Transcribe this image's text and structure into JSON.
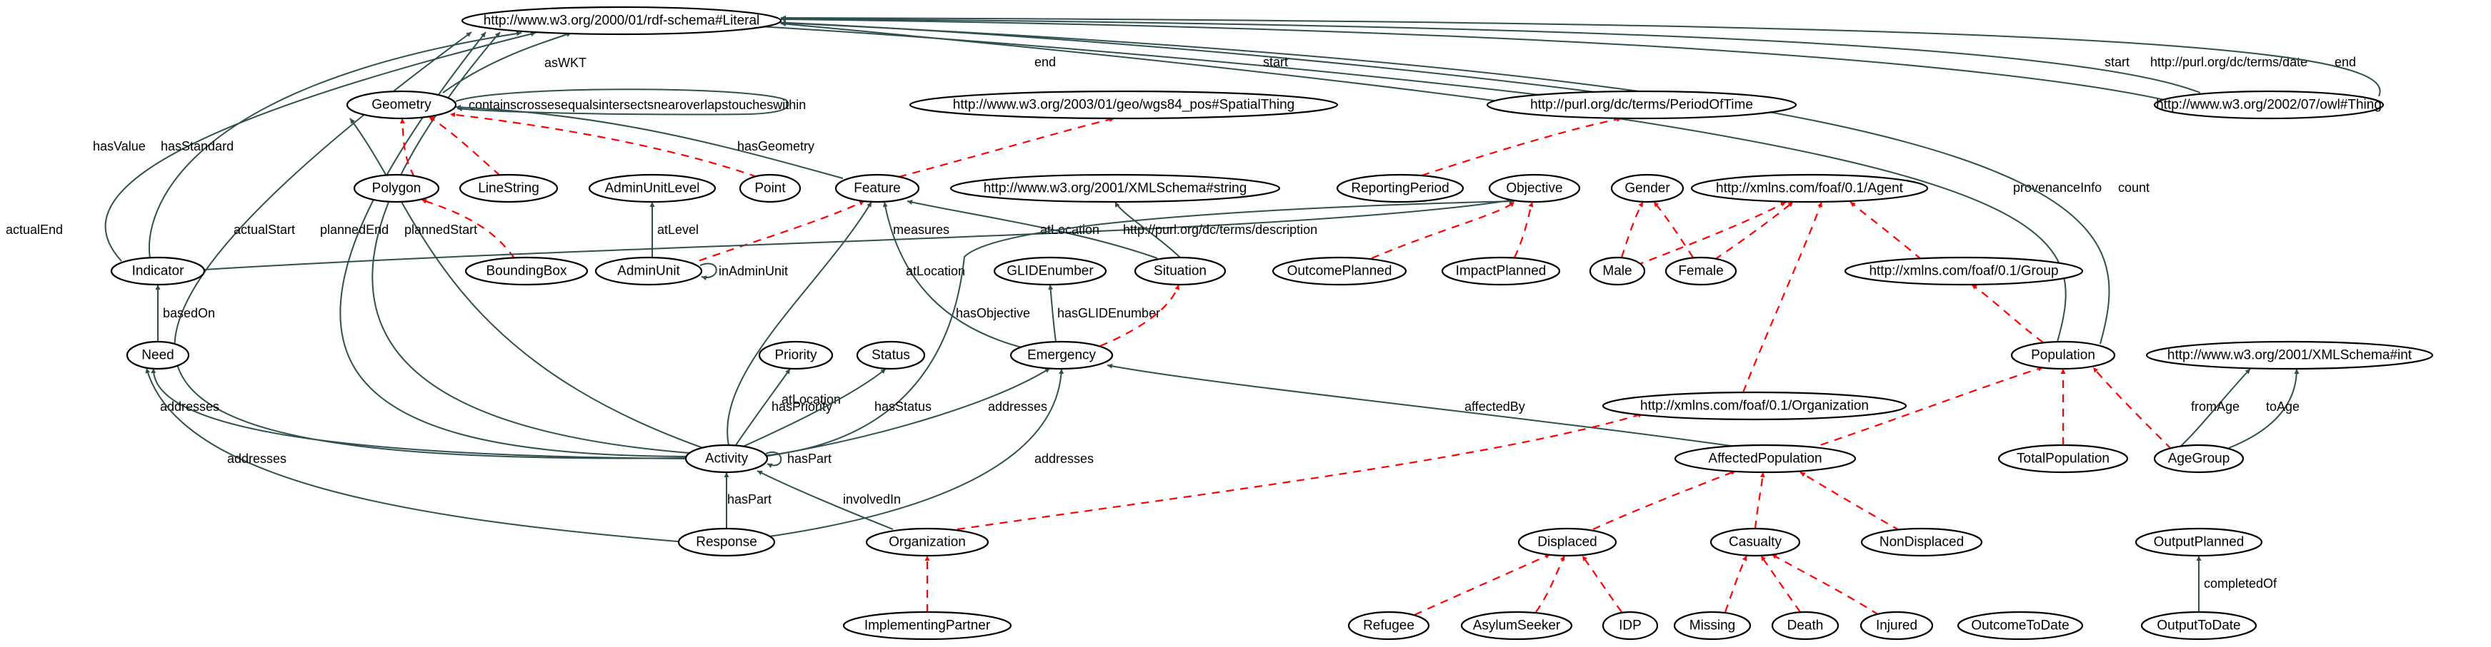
{
  "diagram": {
    "colors": {
      "object_property": "#2f4f4f",
      "subclass": "#ff0000",
      "node_fill": "#ffffff",
      "node_stroke": "#000000"
    },
    "nodes": [
      {
        "id": "literal",
        "label": "http://www.w3.org/2000/01/rdf-schema#Literal"
      },
      {
        "id": "owlthing",
        "label": "http://www.w3.org/2002/07/owl#Thing"
      },
      {
        "id": "geometry",
        "label": "Geometry"
      },
      {
        "id": "spatialthing",
        "label": "http://www.w3.org/2003/01/geo/wgs84_pos#SpatialThing"
      },
      {
        "id": "periodoftime",
        "label": "http://purl.org/dc/terms/PeriodOfTime"
      },
      {
        "id": "polygon",
        "label": "Polygon"
      },
      {
        "id": "linestring",
        "label": "LineString"
      },
      {
        "id": "adminunitlevel",
        "label": "AdminUnitLevel"
      },
      {
        "id": "point",
        "label": "Point"
      },
      {
        "id": "feature",
        "label": "Feature"
      },
      {
        "id": "xsdstring",
        "label": "http://www.w3.org/2001/XMLSchema#string"
      },
      {
        "id": "reportingperiod",
        "label": "ReportingPeriod"
      },
      {
        "id": "objective",
        "label": "Objective"
      },
      {
        "id": "gender",
        "label": "Gender"
      },
      {
        "id": "agent",
        "label": "http://xmlns.com/foaf/0.1/Agent"
      },
      {
        "id": "indicator",
        "label": "Indicator"
      },
      {
        "id": "boundingbox",
        "label": "BoundingBox"
      },
      {
        "id": "adminunit",
        "label": "AdminUnit"
      },
      {
        "id": "glidenumber",
        "label": "GLIDEnumber"
      },
      {
        "id": "situation",
        "label": "Situation"
      },
      {
        "id": "outcomeplanned",
        "label": "OutcomePlanned"
      },
      {
        "id": "impactplanned",
        "label": "ImpactPlanned"
      },
      {
        "id": "male",
        "label": "Male"
      },
      {
        "id": "female",
        "label": "Female"
      },
      {
        "id": "group",
        "label": "http://xmlns.com/foaf/0.1/Group"
      },
      {
        "id": "need",
        "label": "Need"
      },
      {
        "id": "priority",
        "label": "Priority"
      },
      {
        "id": "status",
        "label": "Status"
      },
      {
        "id": "emergency",
        "label": "Emergency"
      },
      {
        "id": "population",
        "label": "Population"
      },
      {
        "id": "xsdint",
        "label": "http://www.w3.org/2001/XMLSchema#int"
      },
      {
        "id": "foaforg",
        "label": "http://xmlns.com/foaf/0.1/Organization"
      },
      {
        "id": "activity",
        "label": "Activity"
      },
      {
        "id": "affectedpopulation",
        "label": "AffectedPopulation"
      },
      {
        "id": "totalpopulation",
        "label": "TotalPopulation"
      },
      {
        "id": "agegroup",
        "label": "AgeGroup"
      },
      {
        "id": "response",
        "label": "Response"
      },
      {
        "id": "organization",
        "label": "Organization"
      },
      {
        "id": "displaced",
        "label": "Displaced"
      },
      {
        "id": "casualty",
        "label": "Casualty"
      },
      {
        "id": "nondisplaced",
        "label": "NonDisplaced"
      },
      {
        "id": "outputplanned",
        "label": "OutputPlanned"
      },
      {
        "id": "implementingpartner",
        "label": "ImplementingPartner"
      },
      {
        "id": "refugee",
        "label": "Refugee"
      },
      {
        "id": "asylumseeker",
        "label": "AsylumSeeker"
      },
      {
        "id": "idp",
        "label": "IDP"
      },
      {
        "id": "missing",
        "label": "Missing"
      },
      {
        "id": "death",
        "label": "Death"
      },
      {
        "id": "injured",
        "label": "Injured"
      },
      {
        "id": "outcometodate",
        "label": "OutcomeToDate"
      },
      {
        "id": "outputtodate",
        "label": "OutputToDate"
      }
    ],
    "edges": [
      {
        "id": "e1",
        "from": "geometry",
        "to": "literal",
        "label": "asWKT",
        "style": "solid"
      },
      {
        "id": "e2",
        "from": "periodoftime",
        "to": "literal",
        "label": "end",
        "style": "solid"
      },
      {
        "id": "e3",
        "from": "periodoftime",
        "to": "literal",
        "label": "start",
        "style": "solid"
      },
      {
        "id": "e4",
        "from": "owlthing",
        "to": "literal",
        "label": "start",
        "style": "solid"
      },
      {
        "id": "e5",
        "from": "owlthing",
        "to": "literal",
        "label": "http://purl.org/dc/terms/date",
        "style": "solid"
      },
      {
        "id": "e6",
        "from": "owlthing",
        "to": "literal",
        "label": "end",
        "style": "solid"
      },
      {
        "id": "e7",
        "from": "population",
        "to": "literal",
        "label": "provenanceInfo",
        "style": "solid"
      },
      {
        "id": "e8",
        "from": "population",
        "to": "literal",
        "label": "count",
        "style": "solid"
      },
      {
        "id": "e9",
        "from": "indicator",
        "to": "literal",
        "label": "hasValue",
        "style": "solid"
      },
      {
        "id": "e10",
        "from": "indicator",
        "to": "literal",
        "label": "hasStandard",
        "style": "solid"
      },
      {
        "id": "e11",
        "from": "activity",
        "to": "literal",
        "label": "actualEnd",
        "style": "solid"
      },
      {
        "id": "e12",
        "from": "activity",
        "to": "literal",
        "label": "actualStart",
        "style": "solid"
      },
      {
        "id": "e13",
        "from": "activity",
        "to": "literal",
        "label": "plannedEnd",
        "style": "solid"
      },
      {
        "id": "e14",
        "from": "activity",
        "to": "literal",
        "label": "plannedStart",
        "style": "solid"
      },
      {
        "id": "e15",
        "from": "geometry",
        "to": "geometry",
        "label": "containscrossesequalsintersectsnearoverlapstoucheswithin",
        "style": "solid"
      },
      {
        "id": "e16",
        "from": "polygon",
        "to": "geometry",
        "label": "",
        "style": "dashed"
      },
      {
        "id": "e17",
        "from": "linestring",
        "to": "geometry",
        "label": "",
        "style": "dashed"
      },
      {
        "id": "e18",
        "from": "point",
        "to": "geometry",
        "label": "",
        "style": "dashed"
      },
      {
        "id": "e19",
        "from": "boundingbox",
        "to": "polygon",
        "label": "",
        "style": "dashed"
      },
      {
        "id": "e20",
        "from": "feature",
        "to": "geometry",
        "label": "hasGeometry",
        "style": "solid"
      },
      {
        "id": "e21",
        "from": "feature",
        "to": "spatialthing",
        "label": "",
        "style": "dashed"
      },
      {
        "id": "e22",
        "from": "reportingperiod",
        "to": "periodoftime",
        "label": "",
        "style": "dashed"
      },
      {
        "id": "e23",
        "from": "adminunit",
        "to": "adminunitlevel",
        "label": "atLevel",
        "style": "solid"
      },
      {
        "id": "e24",
        "from": "adminunit",
        "to": "adminunit",
        "label": "inAdminUnit",
        "style": "solid"
      },
      {
        "id": "e25",
        "from": "adminunit",
        "to": "feature",
        "label": "",
        "style": "dashed"
      },
      {
        "id": "e26",
        "from": "indicator",
        "to": "objective",
        "label": "measures",
        "style": "solid"
      },
      {
        "id": "e27",
        "from": "situation",
        "to": "feature",
        "label": "atLocation",
        "style": "solid"
      },
      {
        "id": "e28",
        "from": "situation",
        "to": "xsdstring",
        "label": "http://purl.org/dc/terms/description",
        "style": "solid"
      },
      {
        "id": "e29",
        "from": "outcomeplanned",
        "to": "objective",
        "label": "",
        "style": "dashed"
      },
      {
        "id": "e30",
        "from": "impactplanned",
        "to": "objective",
        "label": "",
        "style": "dashed"
      },
      {
        "id": "e31",
        "from": "male",
        "to": "gender",
        "label": "",
        "style": "dashed"
      },
      {
        "id": "e32",
        "from": "female",
        "to": "gender",
        "label": "",
        "style": "dashed"
      },
      {
        "id": "e33",
        "from": "male",
        "to": "agent",
        "label": "",
        "style": "dashed"
      },
      {
        "id": "e34",
        "from": "female",
        "to": "agent",
        "label": "",
        "style": "dashed"
      },
      {
        "id": "e35",
        "from": "group",
        "to": "agent",
        "label": "",
        "style": "dashed"
      },
      {
        "id": "e36",
        "from": "foaforg",
        "to": "agent",
        "label": "",
        "style": "dashed"
      },
      {
        "id": "e37",
        "from": "need",
        "to": "indicator",
        "label": "basedOn",
        "style": "solid"
      },
      {
        "id": "e38",
        "from": "emergency",
        "to": "feature",
        "label": "atLocation",
        "style": "solid"
      },
      {
        "id": "e39",
        "from": "emergency",
        "to": "glidenumber",
        "label": "hasGLIDEnumber",
        "style": "solid"
      },
      {
        "id": "e40",
        "from": "emergency",
        "to": "situation",
        "label": "",
        "style": "dashed"
      },
      {
        "id": "e41",
        "from": "population",
        "to": "group",
        "label": "",
        "style": "dashed"
      },
      {
        "id": "e42",
        "from": "activity",
        "to": "objective",
        "label": "hasObjective",
        "style": "solid"
      },
      {
        "id": "e43",
        "from": "activity",
        "to": "feature",
        "label": "atLocation",
        "style": "solid"
      },
      {
        "id": "e44",
        "from": "activity",
        "to": "priority",
        "label": "hasPriority",
        "style": "solid"
      },
      {
        "id": "e45",
        "from": "activity",
        "to": "status",
        "label": "hasStatus",
        "style": "solid"
      },
      {
        "id": "e46",
        "from": "activity",
        "to": "emergency",
        "label": "addresses",
        "style": "solid"
      },
      {
        "id": "e47",
        "from": "activity",
        "to": "need",
        "label": "addresses",
        "style": "solid"
      },
      {
        "id": "e48",
        "from": "activity",
        "to": "activity",
        "label": "hasPart",
        "style": "solid"
      },
      {
        "id": "e49",
        "from": "affectedpopulation",
        "to": "emergency",
        "label": "affectedBy",
        "style": "solid"
      },
      {
        "id": "e50",
        "from": "affectedpopulation",
        "to": "population",
        "label": "",
        "style": "dashed"
      },
      {
        "id": "e51",
        "from": "totalpopulation",
        "to": "population",
        "label": "",
        "style": "dashed"
      },
      {
        "id": "e52",
        "from": "agegroup",
        "to": "population",
        "label": "",
        "style": "dashed"
      },
      {
        "id": "e53",
        "from": "agegroup",
        "to": "xsdint",
        "label": "fromAge",
        "style": "solid"
      },
      {
        "id": "e54",
        "from": "agegroup",
        "to": "xsdint",
        "label": "toAge",
        "style": "solid"
      },
      {
        "id": "e55",
        "from": "response",
        "to": "need",
        "label": "addresses",
        "style": "solid"
      },
      {
        "id": "e56",
        "from": "response",
        "to": "emergency",
        "label": "addresses",
        "style": "solid"
      },
      {
        "id": "e57",
        "from": "response",
        "to": "activity",
        "label": "hasPart",
        "style": "solid"
      },
      {
        "id": "e58",
        "from": "organization",
        "to": "activity",
        "label": "involvedIn",
        "style": "solid"
      },
      {
        "id": "e59",
        "from": "organization",
        "to": "foaforg",
        "label": "",
        "style": "dashed"
      },
      {
        "id": "e60",
        "from": "implementingpartner",
        "to": "organization",
        "label": "",
        "style": "dashed"
      },
      {
        "id": "e61",
        "from": "displaced",
        "to": "affectedpopulation",
        "label": "",
        "style": "dashed"
      },
      {
        "id": "e62",
        "from": "casualty",
        "to": "affectedpopulation",
        "label": "",
        "style": "dashed"
      },
      {
        "id": "e63",
        "from": "nondisplaced",
        "to": "affectedpopulation",
        "label": "",
        "style": "dashed"
      },
      {
        "id": "e64",
        "from": "refugee",
        "to": "displaced",
        "label": "",
        "style": "dashed"
      },
      {
        "id": "e65",
        "from": "asylumseeker",
        "to": "displaced",
        "label": "",
        "style": "dashed"
      },
      {
        "id": "e66",
        "from": "idp",
        "to": "displaced",
        "label": "",
        "style": "dashed"
      },
      {
        "id": "e67",
        "from": "missing",
        "to": "casualty",
        "label": "",
        "style": "dashed"
      },
      {
        "id": "e68",
        "from": "death",
        "to": "casualty",
        "label": "",
        "style": "dashed"
      },
      {
        "id": "e69",
        "from": "injured",
        "to": "casualty",
        "label": "",
        "style": "dashed"
      },
      {
        "id": "e70",
        "from": "outputtodate",
        "to": "outputplanned",
        "label": "completedOf",
        "style": "solid"
      }
    ]
  }
}
